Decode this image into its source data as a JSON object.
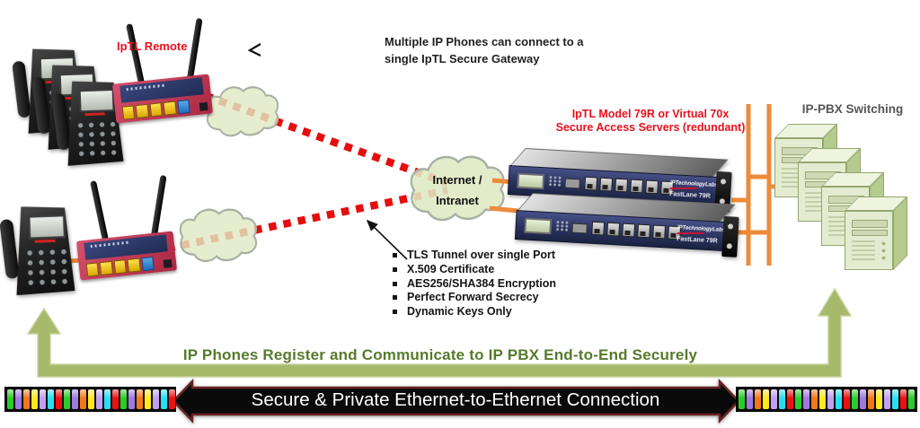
{
  "remote": {
    "label": "IpTL Remote"
  },
  "note": {
    "line1": "Multiple IP Phones can connect to a",
    "line2": "single IpTL Secure Gateway"
  },
  "cloud": {
    "line1": "Internet /",
    "line2": "Intranet"
  },
  "servers": {
    "label_line1": "IpTL Model 79R or Virtual 70x",
    "label_line2": "Secure Access Servers (redundant)",
    "brand": "IPTechnologyLabs",
    "model": "FastLane 79R"
  },
  "pbx": {
    "label": "IP-PBX Switching"
  },
  "security_features": [
    "TLS Tunnel over single Port",
    "X.509 Certificate",
    "AES256/SHA384 Encryption",
    "Perfect Forward Secrecy",
    "Dynamic Keys Only"
  ],
  "banner": {
    "text": "IP Phones Register and Communicate to IP PBX End-to-End Securely"
  },
  "bottom_arrow": {
    "text": "Secure & Private Ethernet-to-Ethernet Connection"
  },
  "colors": {
    "accent_red": "#e8101e",
    "dash_red": "#e60d0d",
    "orange": "#ee8a38",
    "olive": "#a7b96b",
    "olive_text": "#567a2b",
    "navy": "#2c3563",
    "router_red": "#c83d5a",
    "cloud_fill": "#dfe9c3",
    "cloud_stroke": "#a8b0a2",
    "label_gray": "#565656",
    "arrow_outline": "#6b2424",
    "arrow_fill": "#0a0a0a"
  },
  "stripe_colors": [
    "#29cc29",
    "#9e7ae0",
    "#f07818",
    "#ffe81c",
    "#c0a0ef",
    "#2adef0",
    "#ee1010"
  ]
}
